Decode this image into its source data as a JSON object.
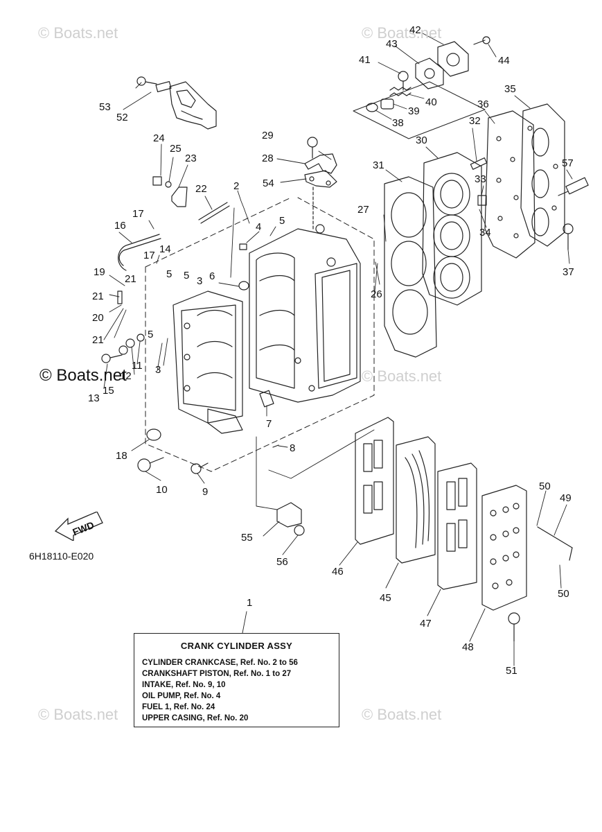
{
  "watermarks": [
    "© Boats.net",
    "© Boats.net",
    "© Boats.net",
    "© Boats.net",
    "© Boats.net",
    "© Boats.net"
  ],
  "diagram_code": "6H18110-E020",
  "fwd_label": "FWD",
  "legend": {
    "title": "CRANK CYLINDER ASSY",
    "lines": [
      "CYLINDER CRANKCASE,  Ref. No. 2 to 56",
      "CRANKSHAFT PISTON,  Ref. No. 1 to 27",
      "INTAKE,  Ref. No. 9, 10",
      "OIL PUMP,   Ref. No. 4",
      "FUEL 1,    Ref. No. 24",
      "UPPER CASING,  Ref. No. 20"
    ],
    "ref_number": "1"
  },
  "callouts": [
    "42",
    "43",
    "44",
    "41",
    "40",
    "39",
    "38",
    "35",
    "36",
    "32",
    "30",
    "57",
    "31",
    "33",
    "34",
    "37",
    "27",
    "26",
    "29",
    "28",
    "54",
    "53",
    "52",
    "24",
    "25",
    "23",
    "22",
    "2",
    "17",
    "16",
    "4",
    "5",
    "14",
    "17",
    "19",
    "21",
    "5",
    "5",
    "3",
    "6",
    "21",
    "20",
    "21",
    "11",
    "5",
    "12",
    "3",
    "13",
    "15",
    "7",
    "8",
    "18",
    "10",
    "9",
    "55",
    "56",
    "46",
    "45",
    "47",
    "48",
    "50",
    "49",
    "50",
    "51"
  ]
}
